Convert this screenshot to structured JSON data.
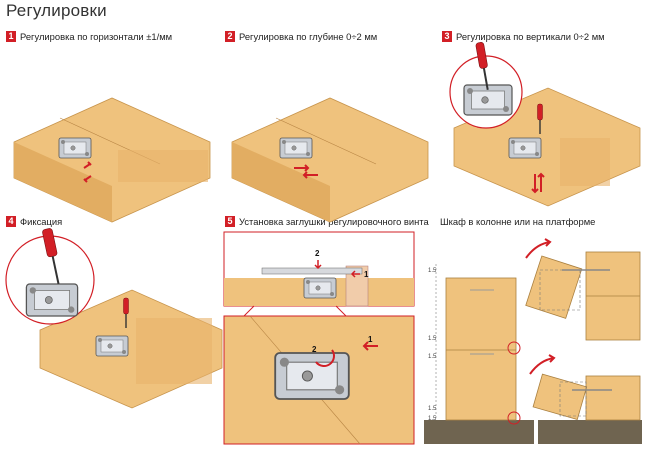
{
  "page_title": "Регулировки",
  "steps": [
    {
      "num": "1",
      "label": "Регулировка по горизонтали ±1/мм"
    },
    {
      "num": "2",
      "label": "Регулировка по глубине 0÷2 мм"
    },
    {
      "num": "3",
      "label": "Регулировка по вертикали 0÷2 мм"
    },
    {
      "num": "4",
      "label": "Фиксация"
    },
    {
      "num": "5",
      "label": "Установка заглушки регулировочного винта"
    }
  ],
  "cabinet_caption": "Шкаф в колонне или на платформе",
  "callouts": {
    "step5_top_2": "2",
    "step5_top_1": "1",
    "step5_detail_2": "2",
    "step5_detail_1": "1"
  },
  "dimension_labels": [
    "1.5",
    "1.5",
    "1.5",
    "1.5",
    "1.5"
  ],
  "colors": {
    "wood": "#efc27d",
    "wood_edge": "#d8a458",
    "metal": "#c7ccd3",
    "accent_red": "#d21f26",
    "floor": "#6f6450"
  }
}
